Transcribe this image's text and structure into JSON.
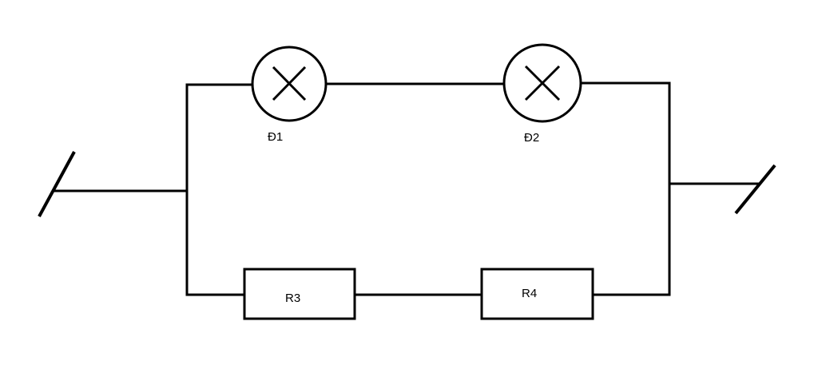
{
  "diagram": {
    "lamps": [
      {
        "label": "Đ1"
      },
      {
        "label": "Đ2"
      }
    ],
    "resistors": [
      {
        "label": "R3"
      },
      {
        "label": "R4"
      }
    ]
  },
  "colors": {
    "stroke": "#000000",
    "background": "#ffffff"
  }
}
